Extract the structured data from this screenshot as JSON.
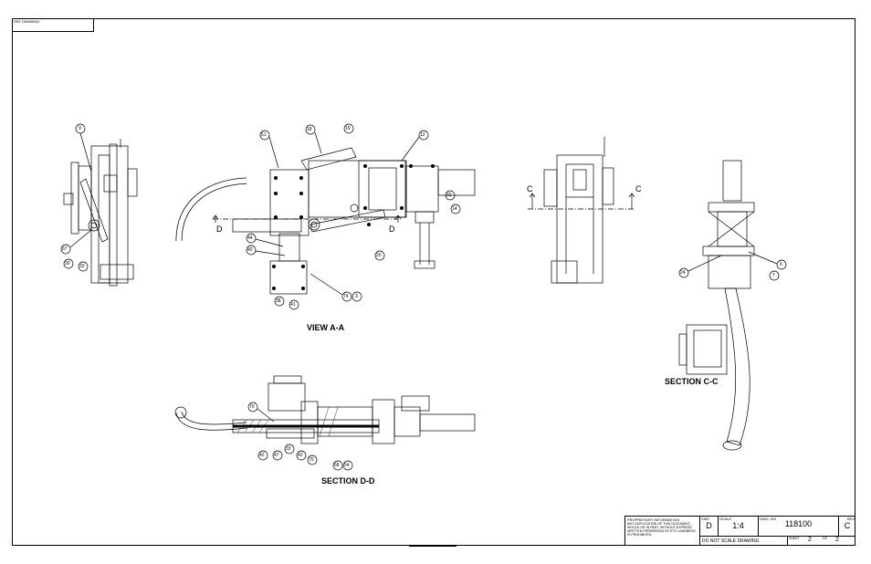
{
  "sheet": {
    "ref_drawing": "REF DRAWING",
    "views": {
      "view_a": "VIEW A-A",
      "section_c": "SECTION C-C",
      "section_d": "SECTION D-D",
      "cut_c": "C",
      "cut_d": "D"
    },
    "balloons_left": [
      "9",
      "67",
      "30",
      "33"
    ],
    "balloons_center": [
      "51",
      "18",
      "19",
      "12",
      "32",
      "14",
      "44",
      "40",
      "20",
      "74",
      "3",
      "38",
      "41"
    ],
    "balloons_section_d": [
      "70",
      "42",
      "47",
      "33",
      "42",
      "70",
      "68",
      "54"
    ],
    "balloons_section_c": [
      "24",
      "6",
      "7"
    ]
  },
  "title_block": {
    "proprietary_heading": "PROPRIETARY INFORMATION",
    "proprietary_text": "ANY DUPLICATION OF THIS DOCUMENT, WHOLE OR IN PART, WITHOUT EXPRESS WRITTEN PERMISSION OF KTS LUNDBERG IS PROHIBITED.",
    "size_label": "SIZE",
    "size": "D",
    "scale_label": "SCALE",
    "scale": "1:4",
    "dwg_no_label": "DWG. NO.",
    "dwg_no": "118100",
    "rev_label": "REV",
    "rev": "C",
    "do_not_scale": "DO NOT SCALE DRAWING",
    "sheet_label": "SHEET",
    "sheet": "2",
    "of_label": "OF",
    "of": "2"
  }
}
